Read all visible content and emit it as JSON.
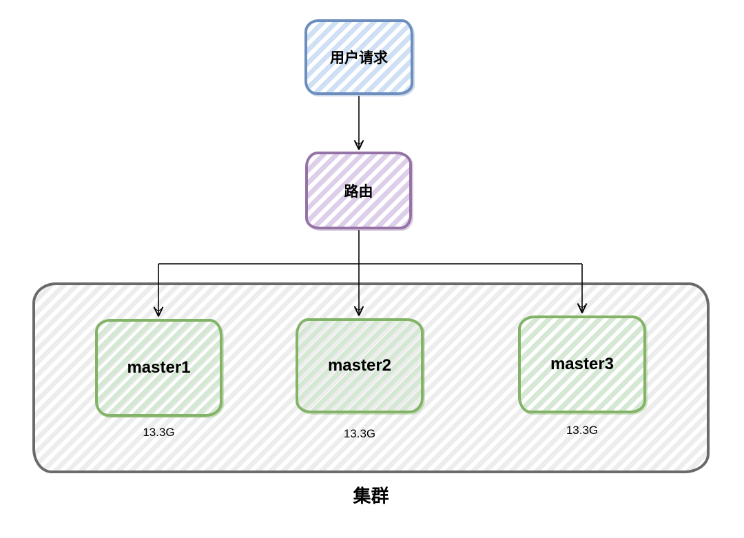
{
  "diagram": {
    "type": "architecture-flowchart",
    "nodes": {
      "user_request": {
        "label": "用户请求"
      },
      "router": {
        "label": "路由"
      },
      "masters": [
        {
          "label": "master1",
          "size": "13.3G"
        },
        {
          "label": "master2",
          "size": "13.3G"
        },
        {
          "label": "master3",
          "size": "13.3G"
        }
      ]
    },
    "cluster": {
      "label": "集群"
    },
    "edges": [
      {
        "from": "用户请求",
        "to": "路由"
      },
      {
        "from": "路由",
        "to": "master1"
      },
      {
        "from": "路由",
        "to": "master2"
      },
      {
        "from": "路由",
        "to": "master3"
      }
    ],
    "colors": {
      "background": "#ffffff",
      "user_request_border": "#6c8ebf",
      "user_request_fill": "#cfe0f4",
      "router_border": "#9673a6",
      "router_fill": "#ddcfe9",
      "master_border": "#82b366",
      "master_fill": "#d5e8d4",
      "cluster_border": "#6a6a6a",
      "cluster_fill": "#ededed",
      "connector": "#000000",
      "text": "#000000"
    }
  }
}
